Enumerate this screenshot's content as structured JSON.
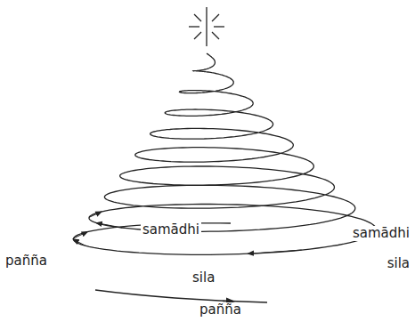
{
  "diagram": {
    "labels": [
      "samādhi",
      "samādhi",
      "pañña",
      "sila",
      "sila",
      "pañña"
    ]
  }
}
